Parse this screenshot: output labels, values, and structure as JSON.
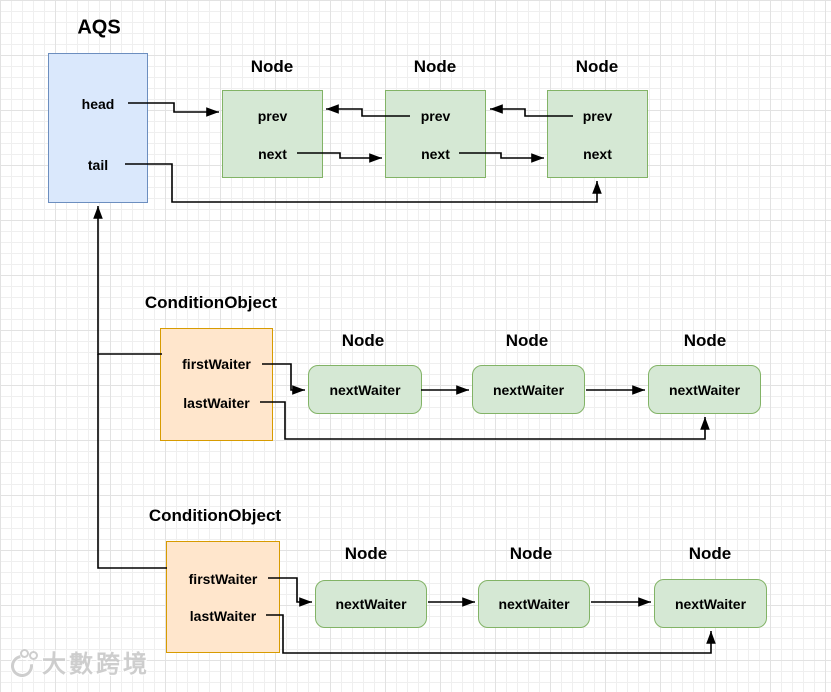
{
  "colors": {
    "canvas_bg": "#ffffff",
    "grid_minor": "#efefef",
    "grid_major": "#e2e2e2",
    "aqs_fill": "#dae8fc",
    "aqs_stroke": "#6c8ebf",
    "node_fill": "#d5e8d4",
    "node_stroke": "#82b366",
    "condition_fill": "#ffe6cc",
    "condition_stroke": "#d79b00",
    "arrow": "#000000",
    "watermark": "#c9c9c9"
  },
  "aqs": {
    "title": "AQS",
    "fields": [
      "head",
      "tail"
    ]
  },
  "sync_queue": {
    "nodes": [
      {
        "title": "Node",
        "fields": [
          "prev",
          "next"
        ]
      },
      {
        "title": "Node",
        "fields": [
          "prev",
          "next"
        ]
      },
      {
        "title": "Node",
        "fields": [
          "prev",
          "next"
        ]
      }
    ]
  },
  "condition_queues": [
    {
      "title": "ConditionObject",
      "fields": [
        "firstWaiter",
        "lastWaiter"
      ],
      "nodes": [
        {
          "title": "Node",
          "field": "nextWaiter"
        },
        {
          "title": "Node",
          "field": "nextWaiter"
        },
        {
          "title": "Node",
          "field": "nextWaiter"
        }
      ]
    },
    {
      "title": "ConditionObject",
      "fields": [
        "firstWaiter",
        "lastWaiter"
      ],
      "nodes": [
        {
          "title": "Node",
          "field": "nextWaiter"
        },
        {
          "title": "Node",
          "field": "nextWaiter"
        },
        {
          "title": "Node",
          "field": "nextWaiter"
        }
      ]
    }
  ],
  "watermark": {
    "text": "大數跨境"
  }
}
